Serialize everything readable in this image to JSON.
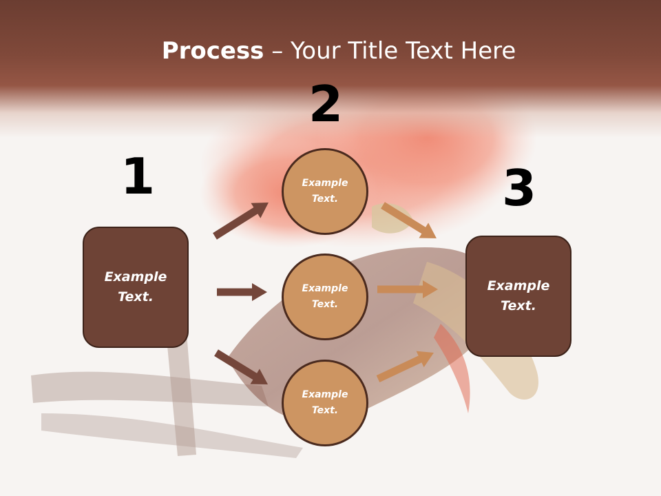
{
  "title": {
    "bold": "Process",
    "rest": " – Your Title Text Here"
  },
  "steps": [
    {
      "number": "1",
      "text": "Example\nText."
    },
    {
      "number": "2",
      "circles": [
        "Example\nText.",
        "Example\nText.",
        "Example\nText."
      ]
    },
    {
      "number": "3",
      "text": "Example\nText."
    }
  ],
  "colors": {
    "header": "#7a4536",
    "box_fill": "#6e4336",
    "circle_fill": "#cd9562",
    "arrow_dark": "#74463a",
    "arrow_light": "#c98b58"
  },
  "icons": {
    "arrow": "right-arrow-icon"
  }
}
